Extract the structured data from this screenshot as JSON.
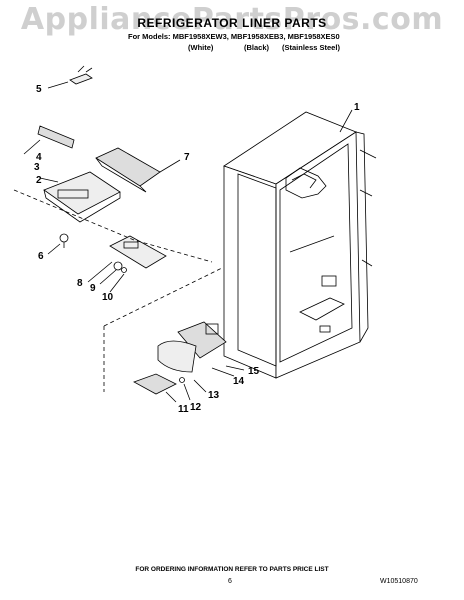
{
  "watermark": "AppliancePartsPros.com",
  "header": {
    "title": "REFRIGERATOR LINER PARTS",
    "models_line": "For Models: MBF1958XEW3, MBF1958XEB3, MBF1958XES0",
    "colors": [
      "(White)",
      "(Black)",
      "(Stainless Steel)"
    ]
  },
  "callouts": [
    "1",
    "2",
    "3",
    "4",
    "5",
    "6",
    "7",
    "8",
    "9",
    "10",
    "11",
    "12",
    "13",
    "14",
    "15"
  ],
  "footer": {
    "ordering_note": "FOR ORDERING INFORMATION REFER TO PARTS PRICE LIST",
    "page_number": "6",
    "document_number": "W10510870"
  }
}
